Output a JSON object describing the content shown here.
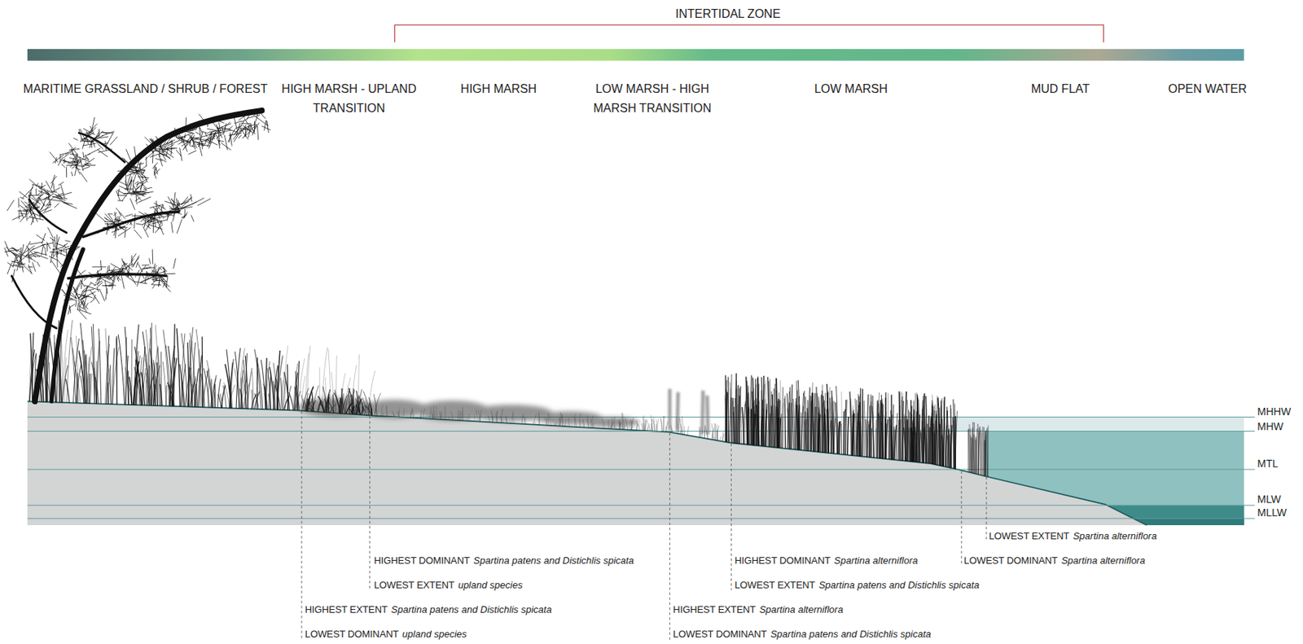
{
  "diagram": {
    "labels": [
      "INTERTIDAL ZONE",
      "MARITIME GRASSLAND / SHRUB / FOREST",
      "HIGH MARSH - UPLAND TRANSITION",
      "HIGH MARSH",
      "LOW MARSH - HIGH MARSH TRANSITION",
      "LOW MARSH",
      "MUD FLAT",
      "OPEN WATER",
      "MHHW",
      "MHW",
      "MTL",
      "MLW",
      "MLLW",
      "LOWEST EXTENT",
      "Spartina alterniflora",
      "LOWEST DOMINANT",
      "Spartina alterniflora",
      "HIGHEST DOMINANT",
      "Spartina alterniflora",
      "LOWEST EXTENT",
      "Spartina patens and Distichlis spicata",
      "HIGHEST EXTENT",
      "Spartina alterniflora",
      "LOWEST DOMINANT",
      "Spartina patens and Distichlis spicata",
      "HIGHEST DOMINANT",
      "Spartina patens and Distichlis spicata",
      "LOWEST EXTENT",
      "upland species",
      "HIGHEST EXTENT",
      "Spartina patens and Distichlis spicata",
      "LOWEST DOMINANT",
      "upland species"
    ]
  }
}
